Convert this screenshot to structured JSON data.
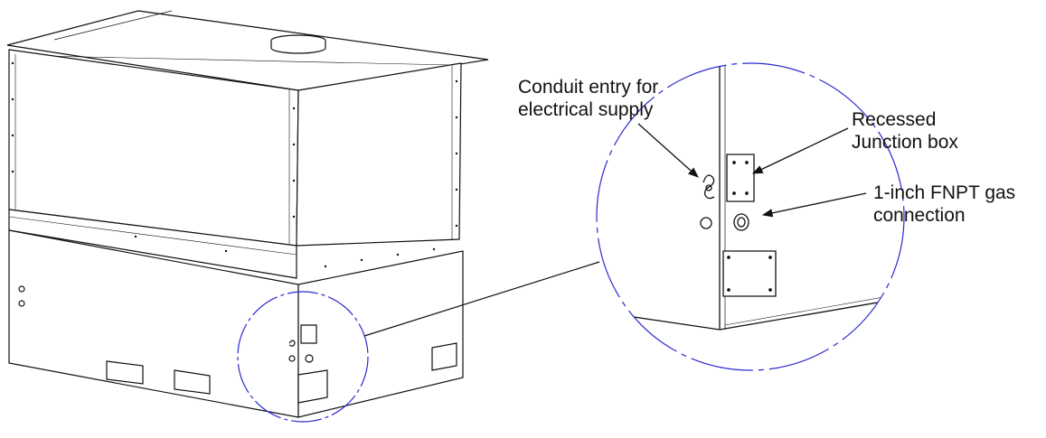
{
  "labels": {
    "conduit": [
      "Conduit entry for",
      "electrical supply"
    ],
    "junction": [
      "Recessed",
      "Junction box"
    ],
    "gas": [
      "1-inch FNPT gas",
      "connection"
    ]
  },
  "colors": {
    "ink": "#111111",
    "detail_circle": "#2a2ad0",
    "background": "#ffffff"
  }
}
